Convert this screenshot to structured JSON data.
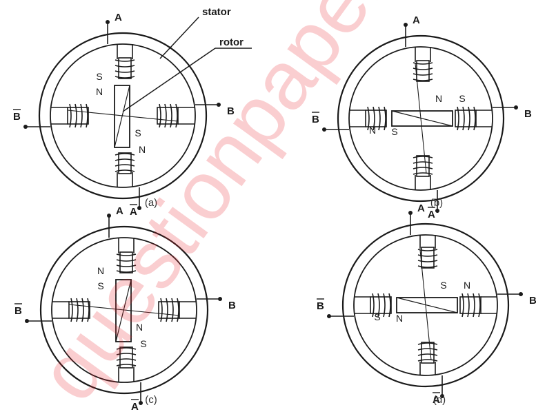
{
  "callouts": {
    "stator": "stator",
    "rotor": "rotor"
  },
  "watermark_text": "questionpaper",
  "colors": {
    "ink": "#1a1a1a",
    "watermark": "#e8202a",
    "background": "#ffffff"
  },
  "panels": [
    {
      "id": "a",
      "caption": "(a)",
      "terminals": {
        "a_top": "A",
        "a_bottom": "A",
        "b_left": "B",
        "b_right": "B"
      },
      "rotor": "vertical",
      "poles": [
        {
          "text": "S",
          "pos": "top-left"
        },
        {
          "text": "N",
          "pos": "rotor-top"
        },
        {
          "text": "S",
          "pos": "rotor-bottom"
        },
        {
          "text": "N",
          "pos": "bottom-right"
        }
      ]
    },
    {
      "id": "b",
      "caption": "(b)",
      "terminals": {
        "a_top": "A",
        "a_bottom": "A",
        "b_left": "B",
        "b_right": "B"
      },
      "rotor": "horizontal",
      "poles": [
        {
          "text": "N",
          "pos": "left-below"
        },
        {
          "text": "S",
          "pos": "rotor-left"
        },
        {
          "text": "N",
          "pos": "rotor-right"
        },
        {
          "text": "S",
          "pos": "right-above"
        }
      ]
    },
    {
      "id": "c",
      "caption": "(c)",
      "terminals": {
        "a_top": "A",
        "a_bottom": "A",
        "b_left": "B",
        "b_right": "B"
      },
      "rotor": "vertical",
      "poles": [
        {
          "text": "N",
          "pos": "top-left"
        },
        {
          "text": "S",
          "pos": "rotor-top"
        },
        {
          "text": "N",
          "pos": "rotor-bottom"
        },
        {
          "text": "S",
          "pos": "bottom-right"
        }
      ]
    },
    {
      "id": "d",
      "caption": "(d)",
      "terminals": {
        "a_top": "A",
        "a_bottom": "A",
        "b_left": "B",
        "b_right": "B"
      },
      "rotor": "horizontal",
      "poles": [
        {
          "text": "S",
          "pos": "left-below"
        },
        {
          "text": "N",
          "pos": "rotor-left"
        },
        {
          "text": "S",
          "pos": "rotor-right"
        },
        {
          "text": "N",
          "pos": "right-above"
        }
      ]
    }
  ]
}
